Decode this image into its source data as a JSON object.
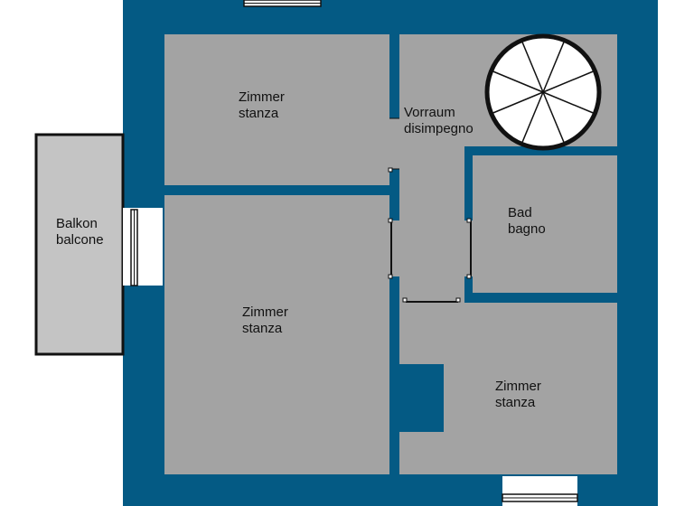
{
  "colors": {
    "wall": "#045a84",
    "room_fill": "#a3a3a3",
    "balcony_fill": "#c4c4c4",
    "outline": "#111111",
    "window_fill": "#ffffff",
    "stair_fill": "#ffffff"
  },
  "rooms": {
    "room_top_left": {
      "line1": "Zimmer",
      "line2": "stanza"
    },
    "hallway": {
      "line1": "Vorraum",
      "line2": "disimpegno"
    },
    "balcony": {
      "line1": "Balkon",
      "line2": "balcone"
    },
    "bathroom": {
      "line1": "Bad",
      "line2": "bagno"
    },
    "room_left": {
      "line1": "Zimmer",
      "line2": "stanza"
    },
    "room_bottom_right": {
      "line1": "Zimmer",
      "line2": "stanza"
    }
  },
  "stair": {
    "type": "spiral-staircase",
    "steps": 8
  }
}
